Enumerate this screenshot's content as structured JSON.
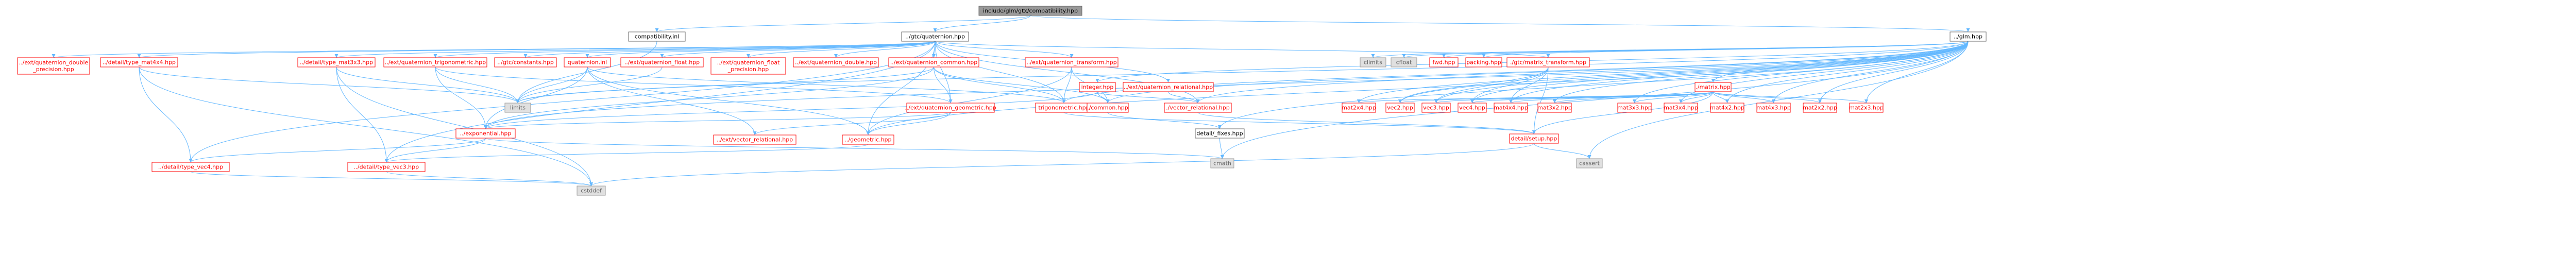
{
  "colors": {
    "root_fill": "#999999",
    "normal_fill": "#ffffff",
    "normal_border": "#ff0000",
    "system_fill": "#e0e0e0",
    "system_border": "#999999",
    "text_red": "#ff0000",
    "text_dark": "#000000",
    "text_gray": "#666666",
    "edge": "#63b8ff"
  },
  "graph": {
    "nodes": [
      {
        "id": "root",
        "label": "include/glm/gtx/compatibility.hpp",
        "kind": "root"
      },
      {
        "id": "compat_inl",
        "label": "compatibility.inl",
        "kind": "plain"
      },
      {
        "id": "gtc_quat",
        "label": "../gtc/quaternion.hpp",
        "kind": "plain"
      },
      {
        "id": "glm_hpp",
        "label": "../glm.hpp",
        "kind": "plain"
      },
      {
        "id": "qdp",
        "label": "../ext/quaternion_double\n_precision.hpp",
        "kind": "red"
      },
      {
        "id": "tm4x4",
        "label": "../detail/type_mat4x4.hpp",
        "kind": "red"
      },
      {
        "id": "tm3x3",
        "label": "../detail/type_mat3x3.hpp",
        "kind": "red"
      },
      {
        "id": "qtrig",
        "label": "../ext/quaternion_trigonometric.hpp",
        "kind": "red"
      },
      {
        "id": "gtc_const",
        "label": "../gtc/constants.hpp",
        "kind": "red"
      },
      {
        "id": "quat_inl",
        "label": "quaternion.inl",
        "kind": "red"
      },
      {
        "id": "qfloat",
        "label": "../ext/quaternion_float.hpp",
        "kind": "red"
      },
      {
        "id": "qfp",
        "label": "../ext/quaternion_float\n_precision.hpp",
        "kind": "red"
      },
      {
        "id": "qdouble",
        "label": "../ext/quaternion_double.hpp",
        "kind": "red"
      },
      {
        "id": "qcommon",
        "label": "../ext/quaternion_common.hpp",
        "kind": "red"
      },
      {
        "id": "qtransform",
        "label": "../ext/quaternion_transform.hpp",
        "kind": "red"
      },
      {
        "id": "climits",
        "label": "climits",
        "kind": "system"
      },
      {
        "id": "cfloat",
        "label": "cfloat",
        "kind": "system"
      },
      {
        "id": "fwd",
        "label": "fwd.hpp",
        "kind": "red"
      },
      {
        "id": "packing",
        "label": "packing.hpp",
        "kind": "red"
      },
      {
        "id": "mtransform",
        "label": "./gtc/matrix_transform.hpp",
        "kind": "red"
      },
      {
        "id": "integer",
        "label": "integer.hpp",
        "kind": "red"
      },
      {
        "id": "qrelational",
        "label": "../ext/quaternion_relational.hpp",
        "kind": "red"
      },
      {
        "id": "matrix",
        "label": "./matrix.hpp",
        "kind": "red"
      },
      {
        "id": "limits",
        "label": "limits",
        "kind": "system"
      },
      {
        "id": "qgeometric",
        "label": "../ext/quaternion_geometric.hpp",
        "kind": "red"
      },
      {
        "id": "trig",
        "label": "trigonometric.hpp",
        "kind": "red"
      },
      {
        "id": "common",
        "label": "./common.hpp",
        "kind": "red"
      },
      {
        "id": "vecrel",
        "label": "./vector_relational.hpp",
        "kind": "red"
      },
      {
        "id": "m2x4",
        "label": "mat2x4.hpp",
        "kind": "red"
      },
      {
        "id": "vec2",
        "label": "vec2.hpp",
        "kind": "red"
      },
      {
        "id": "vec3",
        "label": "vec3.hpp",
        "kind": "red"
      },
      {
        "id": "vec4",
        "label": "vec4.hpp",
        "kind": "red"
      },
      {
        "id": "m4x4",
        "label": "mat4x4.hpp",
        "kind": "red"
      },
      {
        "id": "m3x2",
        "label": "mat3x2.hpp",
        "kind": "red"
      },
      {
        "id": "m3x3",
        "label": "mat3x3.hpp",
        "kind": "red"
      },
      {
        "id": "m3x4",
        "label": "mat3x4.hpp",
        "kind": "red"
      },
      {
        "id": "m4x2",
        "label": "mat4x2.hpp",
        "kind": "red"
      },
      {
        "id": "m4x3",
        "label": "mat4x3.hpp",
        "kind": "red"
      },
      {
        "id": "m2x2",
        "label": "mat2x2.hpp",
        "kind": "red"
      },
      {
        "id": "m2x3",
        "label": "mat2x3.hpp",
        "kind": "red"
      },
      {
        "id": "exponential",
        "label": "../exponential.hpp",
        "kind": "red"
      },
      {
        "id": "extvecrel",
        "label": "../ext/vector_relational.hpp",
        "kind": "red"
      },
      {
        "id": "geometric",
        "label": "../geometric.hpp",
        "kind": "red"
      },
      {
        "id": "dfixes",
        "label": "detail/_fixes.hpp",
        "kind": "plain"
      },
      {
        "id": "dsetup",
        "label": "detail/setup.hpp",
        "kind": "red"
      },
      {
        "id": "tvec4",
        "label": "../detail/type_vec4.hpp",
        "kind": "red"
      },
      {
        "id": "tvec3",
        "label": "../detail/type_vec3.hpp",
        "kind": "red"
      },
      {
        "id": "cmath",
        "label": "cmath",
        "kind": "system"
      },
      {
        "id": "cassert",
        "label": "cassert",
        "kind": "system"
      },
      {
        "id": "cstddef",
        "label": "cstddef",
        "kind": "system"
      }
    ],
    "edges": [
      [
        "root",
        "compat_inl"
      ],
      [
        "root",
        "gtc_quat"
      ],
      [
        "root",
        "glm_hpp"
      ],
      [
        "compat_inl",
        "limits"
      ],
      [
        "gtc_quat",
        "gtc_const"
      ],
      [
        "gtc_quat",
        "tm3x3"
      ],
      [
        "gtc_quat",
        "tm4x4"
      ],
      [
        "gtc_quat",
        "qdp"
      ],
      [
        "gtc_quat",
        "qtrig"
      ],
      [
        "gtc_quat",
        "quat_inl"
      ],
      [
        "gtc_quat",
        "qfloat"
      ],
      [
        "gtc_quat",
        "qfp"
      ],
      [
        "gtc_quat",
        "qdouble"
      ],
      [
        "gtc_quat",
        "qcommon"
      ],
      [
        "gtc_quat",
        "qtransform"
      ],
      [
        "gtc_quat",
        "qrelational"
      ],
      [
        "gtc_quat",
        "mtransform"
      ],
      [
        "gtc_quat",
        "vecrel"
      ],
      [
        "gtc_quat",
        "geometric"
      ],
      [
        "gtc_quat",
        "tvec4"
      ],
      [
        "gtc_quat",
        "tvec3"
      ],
      [
        "gtc_quat",
        "qgeometric"
      ],
      [
        "gtc_quat",
        "trig"
      ],
      [
        "glm_hpp",
        "dfixes"
      ],
      [
        "glm_hpp",
        "cmath"
      ],
      [
        "glm_hpp",
        "climits"
      ],
      [
        "glm_hpp",
        "cfloat"
      ],
      [
        "glm_hpp",
        "limits"
      ],
      [
        "glm_hpp",
        "cassert"
      ],
      [
        "glm_hpp",
        "fwd"
      ],
      [
        "glm_hpp",
        "vec2"
      ],
      [
        "glm_hpp",
        "vec3"
      ],
      [
        "glm_hpp",
        "vec4"
      ],
      [
        "glm_hpp",
        "m2x2"
      ],
      [
        "glm_hpp",
        "m2x3"
      ],
      [
        "glm_hpp",
        "m2x4"
      ],
      [
        "glm_hpp",
        "m3x2"
      ],
      [
        "glm_hpp",
        "m3x3"
      ],
      [
        "glm_hpp",
        "m3x4"
      ],
      [
        "glm_hpp",
        "m4x2"
      ],
      [
        "glm_hpp",
        "m4x3"
      ],
      [
        "glm_hpp",
        "m4x4"
      ],
      [
        "glm_hpp",
        "trig"
      ],
      [
        "glm_hpp",
        "exponential"
      ],
      [
        "glm_hpp",
        "common"
      ],
      [
        "glm_hpp",
        "packing"
      ],
      [
        "glm_hpp",
        "geometric"
      ],
      [
        "glm_hpp",
        "matrix"
      ],
      [
        "glm_hpp",
        "vecrel"
      ],
      [
        "glm_hpp",
        "integer"
      ],
      [
        "tm4x4",
        "limits"
      ],
      [
        "tm4x4",
        "tvec4"
      ],
      [
        "tm4x4",
        "cstddef"
      ],
      [
        "tm3x3",
        "limits"
      ],
      [
        "tm3x3",
        "tvec3"
      ],
      [
        "tm3x3",
        "cstddef"
      ],
      [
        "qtrig",
        "limits"
      ],
      [
        "qtrig",
        "exponential"
      ],
      [
        "qtrig",
        "qgeometric"
      ],
      [
        "quat_inl",
        "limits"
      ],
      [
        "quat_inl",
        "trig"
      ],
      [
        "quat_inl",
        "geometric"
      ],
      [
        "quat_inl",
        "exponential"
      ],
      [
        "quat_inl",
        "extvecrel"
      ],
      [
        "qfloat",
        "limits"
      ],
      [
        "qcommon",
        "limits"
      ],
      [
        "qcommon",
        "qgeometric"
      ],
      [
        "qcommon",
        "common"
      ],
      [
        "qcommon",
        "trig"
      ],
      [
        "qcommon",
        "exponential"
      ],
      [
        "qtransform",
        "common"
      ],
      [
        "qtransform",
        "trig"
      ],
      [
        "qtransform",
        "geometric"
      ],
      [
        "qrelational",
        "vecrel"
      ],
      [
        "mtransform",
        "vec2"
      ],
      [
        "mtransform",
        "vec3"
      ],
      [
        "mtransform",
        "vec4"
      ],
      [
        "mtransform",
        "m4x4"
      ],
      [
        "mtransform",
        "dsetup"
      ],
      [
        "integer",
        "common"
      ],
      [
        "integer",
        "vecrel"
      ],
      [
        "integer",
        "exponential"
      ],
      [
        "matrix",
        "m2x4"
      ],
      [
        "matrix",
        "vec2"
      ],
      [
        "matrix",
        "vec3"
      ],
      [
        "matrix",
        "vec4"
      ],
      [
        "matrix",
        "m4x4"
      ],
      [
        "matrix",
        "m3x2"
      ],
      [
        "matrix",
        "m3x3"
      ],
      [
        "matrix",
        "m3x4"
      ],
      [
        "matrix",
        "m4x2"
      ],
      [
        "matrix",
        "m4x3"
      ],
      [
        "matrix",
        "m2x2"
      ],
      [
        "matrix",
        "m2x3"
      ],
      [
        "matrix",
        "dsetup"
      ],
      [
        "qgeometric",
        "geometric"
      ],
      [
        "qgeometric",
        "exponential"
      ],
      [
        "qgeometric",
        "extvecrel"
      ],
      [
        "trig",
        "dsetup"
      ],
      [
        "common",
        "dfixes"
      ],
      [
        "vecrel",
        "dsetup"
      ],
      [
        "exponential",
        "tvec4"
      ],
      [
        "exponential",
        "tvec3"
      ],
      [
        "exponential",
        "cmath"
      ],
      [
        "geometric",
        "tvec3"
      ],
      [
        "dfixes",
        "cmath"
      ],
      [
        "dsetup",
        "cassert"
      ],
      [
        "dsetup",
        "cstddef"
      ],
      [
        "tvec4",
        "cstddef"
      ],
      [
        "tvec3",
        "cstddef"
      ]
    ]
  }
}
